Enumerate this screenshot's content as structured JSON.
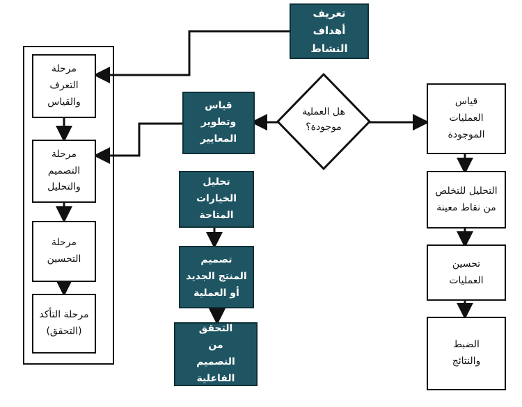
{
  "nodes": {
    "define_goals": "تعريف أهداف النشاط",
    "stage_measure": "مرحلة التعرف والقياس",
    "stage_design": "مرحلة التصميم والتحليل",
    "stage_improve": "مرحلة التحسين",
    "stage_verify": "مرحلة التأكد (التحقق)",
    "measure_develop": "قياس وتطوير المعايير",
    "decision": "هل العملية موجودة؟",
    "measure_processes": "قياس العمليات الموجودة",
    "analysis_points": "التحليل للتخلص من نقاط معينة",
    "improve_processes": "تحسين العمليات",
    "control_results": "الضبط والنتائج",
    "analyze_options": "تحليل الخيارات المتاحة",
    "design_product": "تصميم المنتج الجديد أو العملية",
    "verify_design": "التحقق من التصميم الفاعلية"
  },
  "colors": {
    "teal": "#1f5562",
    "line": "#111111"
  }
}
